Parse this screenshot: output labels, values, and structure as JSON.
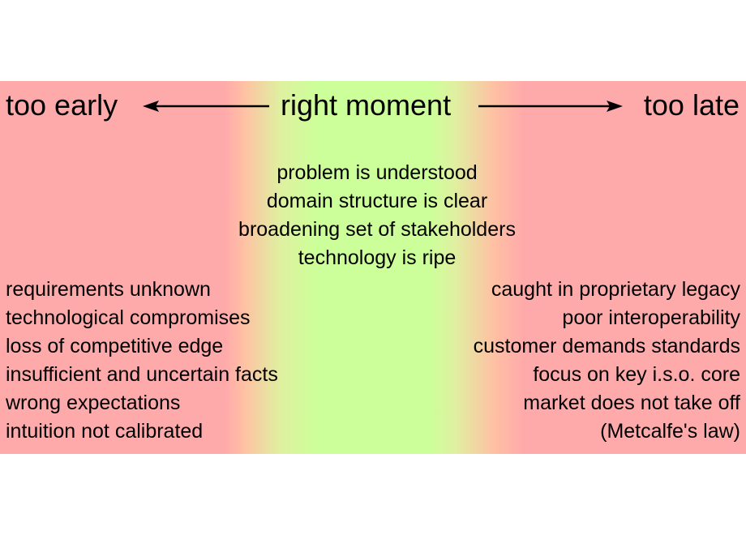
{
  "headers": {
    "too_early": "too early",
    "right_moment": "right moment",
    "too_late": "too late"
  },
  "center_items": [
    "problem is understood",
    "domain structure is clear",
    "broadening set of stakeholders",
    "technology is ripe"
  ],
  "early_items": [
    "requirements unknown",
    "technological compromises",
    "loss of competitive edge",
    "insufficient and uncertain facts",
    "wrong expectations",
    "intuition not calibrated"
  ],
  "late_items": [
    "caught in proprietary legacy",
    "poor interoperability",
    "customer demands standards",
    "focus on key i.s.o. core",
    "market does not take off",
    "(Metcalfe's law)"
  ],
  "colors": {
    "too_early_zone": "#ffaaaa",
    "right_moment_zone": "#ccff99",
    "too_late_zone": "#ffaaaa"
  }
}
